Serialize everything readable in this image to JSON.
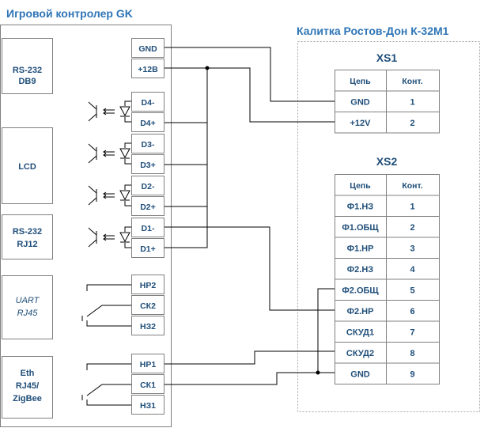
{
  "controller": {
    "title": "Игровой контролер GK",
    "modules": [
      {
        "id": "rs232-db9",
        "lines": [
          "RS-232",
          "DB9"
        ],
        "italic": false
      },
      {
        "id": "lcd",
        "lines": [
          "LCD"
        ],
        "italic": false
      },
      {
        "id": "rs232-rj12",
        "lines": [
          "RS-232",
          "RJ12"
        ],
        "italic": false
      },
      {
        "id": "uart-rj45",
        "lines": [
          "UART",
          "RJ45"
        ],
        "italic": true
      },
      {
        "id": "eth-rj45-zigbee",
        "lines": [
          "Eth",
          "RJ45/",
          "ZigBee"
        ],
        "italic": false
      }
    ],
    "pins": [
      "GND",
      "+12В",
      "D4-",
      "D4+",
      "D3-",
      "D3+",
      "D2-",
      "D2+",
      "D1-",
      "D1+",
      "НР2",
      "СК2",
      "НЗ2",
      "НР1",
      "СК1",
      "НЗ1"
    ]
  },
  "gate": {
    "title": "Калитка Ростов-Дон К-32М1",
    "xs1": {
      "title": "XS1",
      "headers": [
        "Цепь",
        "Конт."
      ],
      "rows": [
        [
          "GND",
          "1"
        ],
        [
          "+12V",
          "2"
        ]
      ]
    },
    "xs2": {
      "title": "XS2",
      "headers": [
        "Цепь",
        "Конт."
      ],
      "rows": [
        [
          "Ф1.НЗ",
          "1"
        ],
        [
          "Ф1.ОБЩ",
          "2"
        ],
        [
          "Ф1.НР",
          "3"
        ],
        [
          "Ф2.НЗ",
          "4"
        ],
        [
          "Ф2.ОБЩ",
          "5"
        ],
        [
          "Ф2.НР",
          "6"
        ],
        [
          "СКУД1",
          "7"
        ],
        [
          "СКУД2",
          "8"
        ],
        [
          "GND",
          "9"
        ]
      ]
    }
  }
}
